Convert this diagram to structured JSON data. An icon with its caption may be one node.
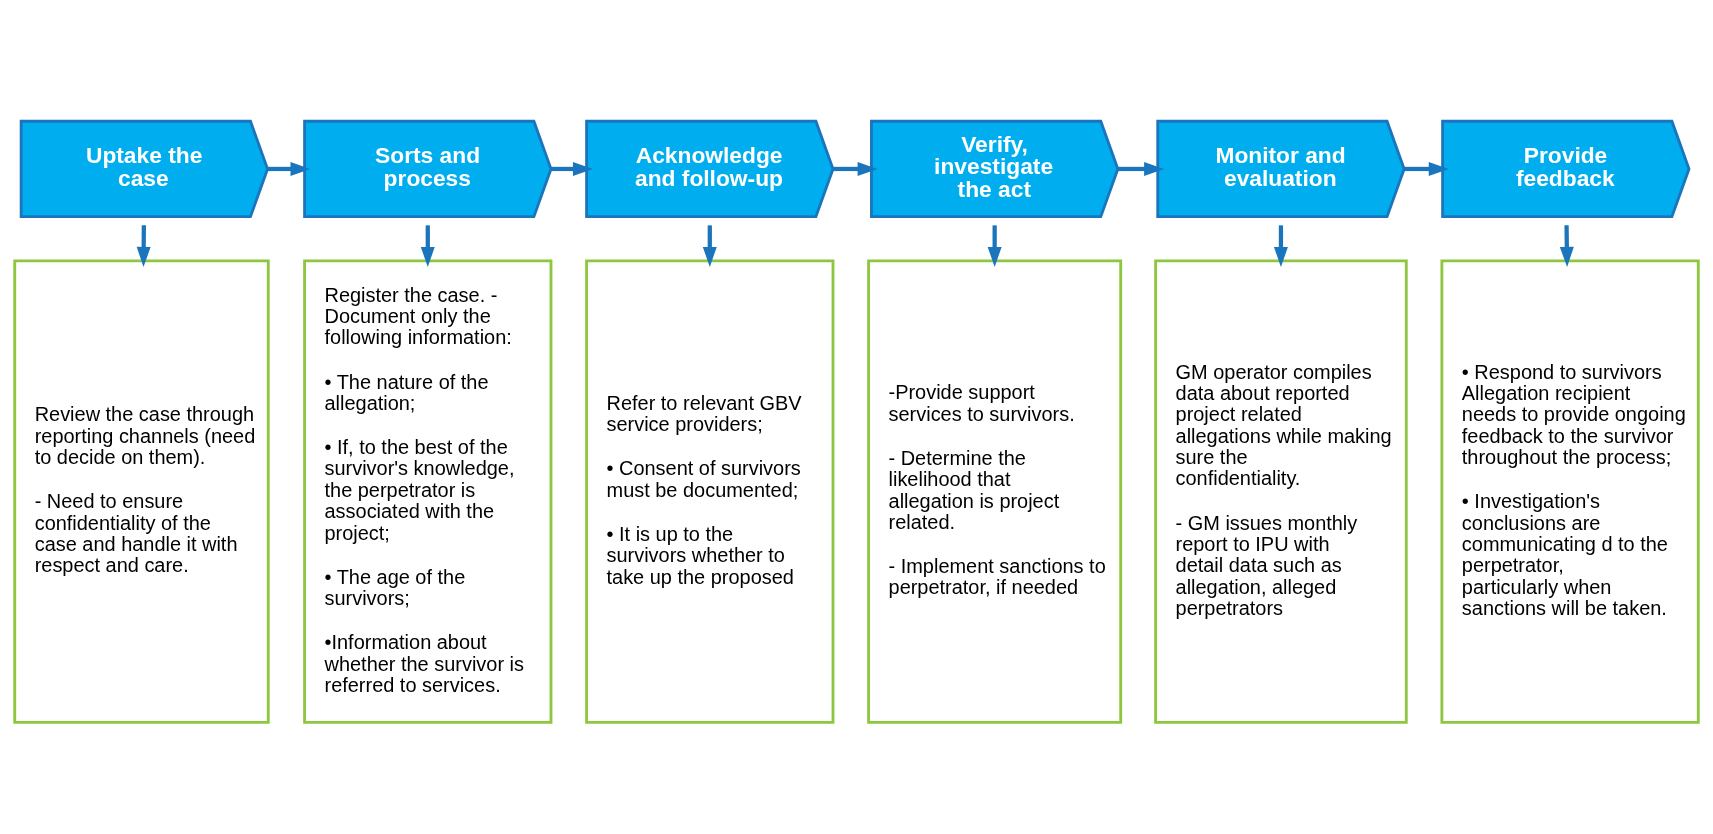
{
  "diagram": {
    "nodes": [
      {
        "text": [
          "Uptake the case"
        ]
      },
      {
        "text": [
          "Sorts and process"
        ]
      },
      {
        "text": [
          "Acknowledge and follow-up"
        ]
      },
      {
        "text": [
          "Verify, investigate the act"
        ]
      },
      {
        "text": [
          "Monitor and evaluation"
        ]
      },
      {
        "text": [
          "Provide feedback"
        ]
      },
      {
        "text": [
          "Review the case through reporting channels (need to decide on them).",
          "- Need to ensure confidentiality of the case and handle it with respect and care."
        ]
      },
      {
        "text": [
          "Register the case. - Document only the following information:",
          "• The nature of the allegation;",
          "• If, to the best of the survivor's knowledge, the perpetrator is associated with the project;",
          "• The age of the survivors;",
          "•Information about whether the survivor is referred to services."
        ]
      },
      {
        "text": [
          "Refer to relevant GBV service providers;",
          "• Consent of survivors must be documented;",
          "• It is up to the survivors whether to take up the proposed"
        ]
      },
      {
        "text": [
          "-Provide support services to survivors.",
          "- Determine the likelihood that allegation is project related.",
          "- Implement sanctions to perpetrator, if needed"
        ]
      },
      {
        "text": [
          "GM operator compiles data about reported project related allegations while making sure the confidentiality.",
          "- GM issues monthly report to IPU with detail data such as allegation, alleged perpetrators"
        ]
      },
      {
        "text": [
          "• Respond to survivors Allegation recipient needs to provide ongoing feedback to the survivor throughout the process;",
          "• Investigation's conclusions are communicating d to the perpetrator, particularly when sanctions will be taken."
        ]
      }
    ],
    "edges": [
      {
        "from": 0,
        "to": 1,
        "arrow": "to"
      },
      {
        "from": 1,
        "to": 2,
        "arrow": "to"
      },
      {
        "from": 2,
        "to": 3,
        "arrow": "to"
      },
      {
        "from": 3,
        "to": 4,
        "arrow": "to"
      },
      {
        "from": 4,
        "to": 5,
        "arrow": "to"
      },
      {
        "from": 0,
        "to": 6,
        "arrow": "to"
      },
      {
        "from": 1,
        "to": 7,
        "arrow": "to"
      },
      {
        "from": 2,
        "to": 8,
        "arrow": "to"
      },
      {
        "from": 3,
        "to": 9,
        "arrow": "to"
      },
      {
        "from": 4,
        "to": 10,
        "arrow": "to"
      },
      {
        "from": 5,
        "to": 11,
        "arrow": "to"
      }
    ]
  }
}
